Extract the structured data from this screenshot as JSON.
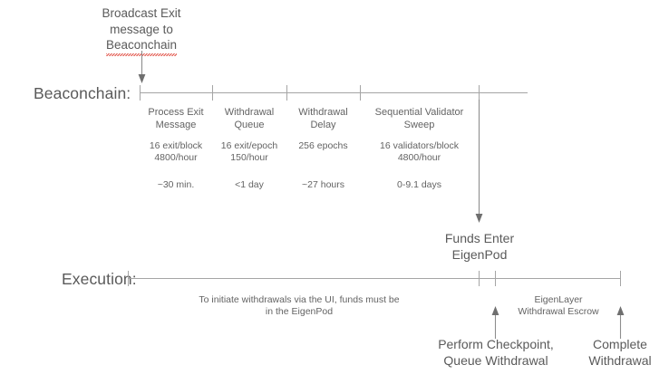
{
  "diagram": {
    "title_hidden": "",
    "lanes": [
      {
        "name": "beaconchain",
        "label": "Beaconchain:"
      },
      {
        "name": "execution",
        "label": "Execution:"
      }
    ],
    "top_callout": {
      "line1": "Broadcast Exit",
      "line2": "message to",
      "line3": "Beaconchain",
      "misspelled_word": "Beaconchain"
    },
    "beaconchain_stages": [
      {
        "label": "Process Exit\nMessage",
        "rate": "16 exit/block\n4800/hour",
        "duration": "~30 min."
      },
      {
        "label": "Withdrawal\nQueue",
        "rate": "16 exit/epoch\n150/hour",
        "duration": "<1 day"
      },
      {
        "label": "Withdrawal\nDelay",
        "rate": "256 epochs",
        "duration": "~27 hours"
      },
      {
        "label": "Sequential Validator\nSweep",
        "rate": "16 validators/block\n4800/hour",
        "duration": "0-9.1 days"
      }
    ],
    "funds_enter": "Funds Enter\nEigenPod",
    "execution_note": "To initiate withdrawals via the UI, funds must be\nin the EigenPod",
    "escrow_note": "EigenLayer\nWithdrawal Escrow",
    "execution_events": [
      {
        "name": "perform-checkpoint",
        "label": "Perform Checkpoint,\nQueue Withdrawal"
      },
      {
        "name": "complete-withdrawal",
        "label": "Complete\nWithdrawal"
      }
    ],
    "colors": {
      "line": "#a5a5a5",
      "text": "#636363",
      "heading": "#5a5a5a",
      "spellcheck": "#e04a3f",
      "background": "#ffffff"
    }
  }
}
